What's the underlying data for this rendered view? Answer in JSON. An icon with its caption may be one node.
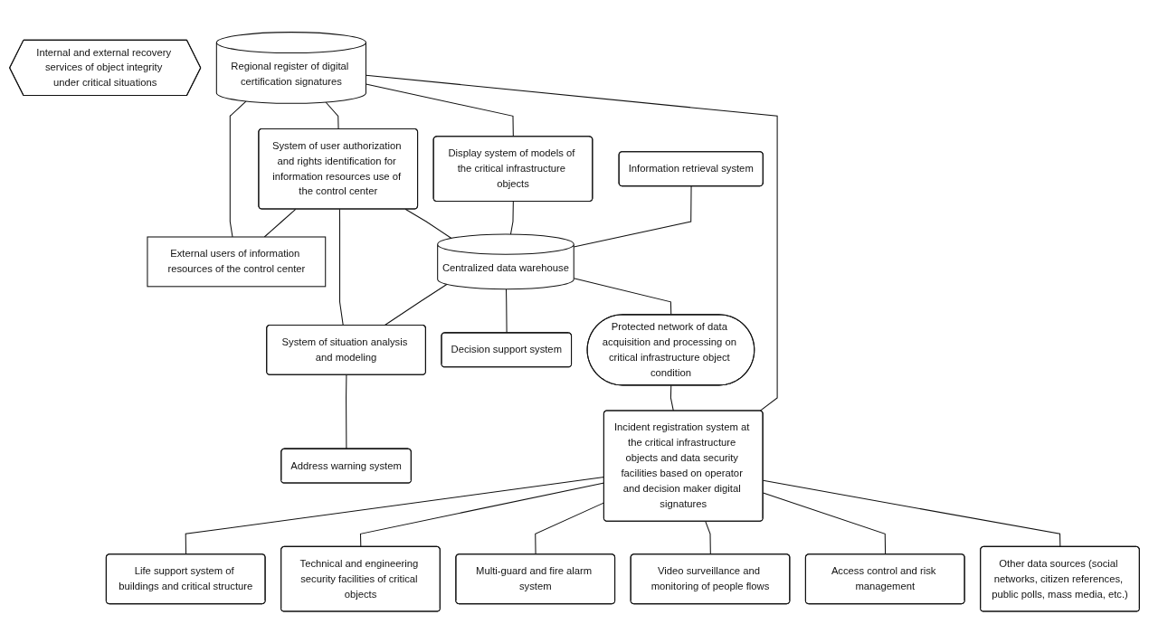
{
  "diagram": {
    "nodes": [
      {
        "text": [
          "Regional register of digital certification signatures"
        ]
      },
      {
        "text": [
          "System of user authorization and rights identification for information resources use of the control center"
        ]
      },
      {
        "text": [
          "External users of information resources of the control center"
        ]
      },
      {
        "text": [
          "Display system of models of the critical infrastructure objects"
        ]
      },
      {
        "text": [
          "Centralized data warehouse"
        ]
      },
      {
        "text": [
          "System of situation analysis and modeling"
        ]
      },
      {
        "text": [
          "Address warning system"
        ]
      },
      {
        "text": [
          "Information retrieval system"
        ]
      },
      {
        "text": [
          "Decision support system"
        ]
      },
      {
        "text": [
          "Internal and external recovery services of object integrity under critical situations"
        ]
      },
      {
        "text": [
          "Protected network of data acquisition and processing on critical infrastructure object condition"
        ]
      },
      {
        "text": [
          "Incident registration system at the critical infrastructure objects and data security facilities based on operator and decision maker digital signatures"
        ]
      },
      {
        "text": [
          "Life support system of buildings and critical structure"
        ]
      },
      {
        "text": [
          "Technical and engineering security facilities of critical objects"
        ]
      },
      {
        "text": [
          "Multi-guard and fire alarm system"
        ]
      },
      {
        "text": [
          "Video surveillance and monitoring of people flows"
        ]
      },
      {
        "text": [
          "Access control and risk management"
        ]
      },
      {
        "text": [
          "Other data sources (social networks, citizen references, public polls, mass media, etc.)"
        ]
      }
    ],
    "edges": [
      {
        "from": 0,
        "to": 2,
        "arrow": "none"
      },
      {
        "from": 0,
        "to": 1,
        "arrow": "none"
      },
      {
        "from": 1,
        "to": 2,
        "arrow": "none"
      },
      {
        "from": 0,
        "to": 3,
        "arrow": "none"
      },
      {
        "from": 1,
        "to": 4,
        "arrow": "none"
      },
      {
        "from": 1,
        "to": 5,
        "arrow": "none"
      },
      {
        "from": 3,
        "to": 4,
        "arrow": "none"
      },
      {
        "from": 7,
        "to": 4,
        "arrow": "none"
      },
      {
        "from": 4,
        "to": 5,
        "arrow": "none"
      },
      {
        "from": 4,
        "to": 8,
        "arrow": "none"
      },
      {
        "from": 5,
        "to": 6,
        "arrow": "none"
      },
      {
        "from": 4,
        "to": 10,
        "arrow": "none"
      },
      {
        "from": 10,
        "to": 11,
        "arrow": "none"
      },
      {
        "from": 0,
        "to": 11,
        "arrow": "none"
      },
      {
        "from": 11,
        "to": 12,
        "arrow": "none"
      },
      {
        "from": 11,
        "to": 13,
        "arrow": "none"
      },
      {
        "from": 11,
        "to": 14,
        "arrow": "none"
      },
      {
        "from": 11,
        "to": 15,
        "arrow": "none"
      },
      {
        "from": 11,
        "to": 16,
        "arrow": "none"
      },
      {
        "from": 11,
        "to": 17,
        "arrow": "none"
      }
    ]
  }
}
